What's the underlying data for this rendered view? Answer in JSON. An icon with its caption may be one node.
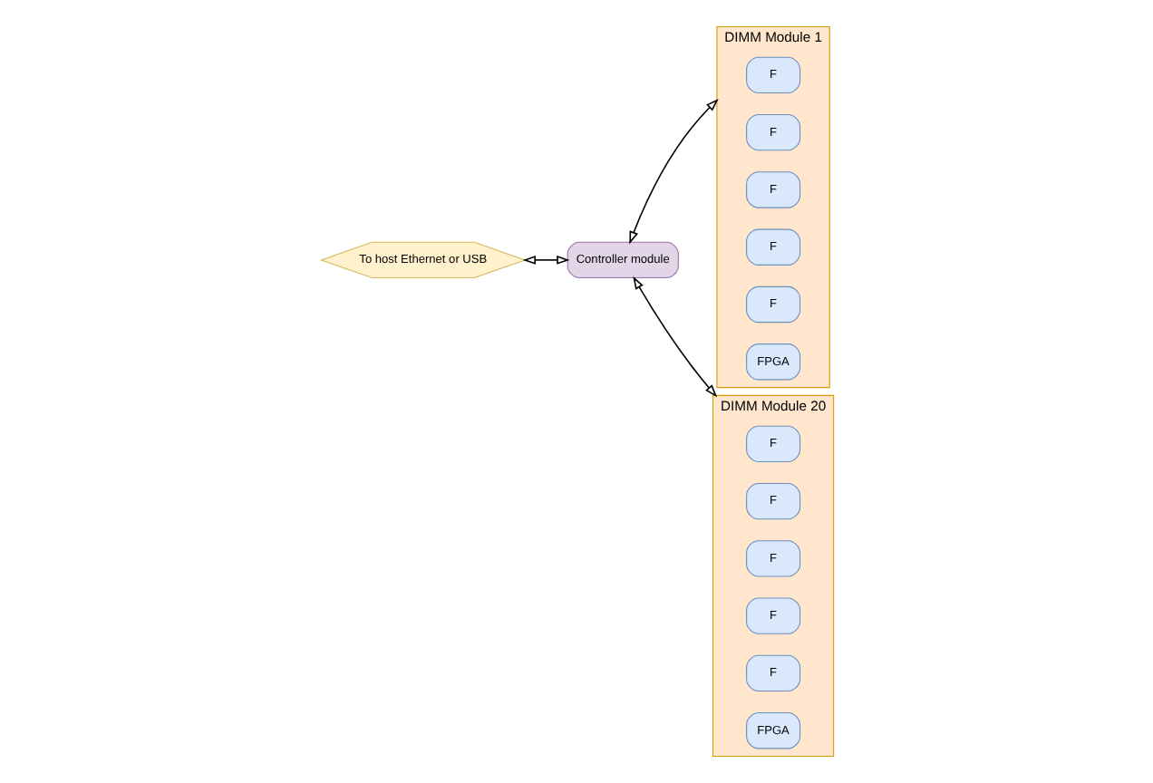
{
  "diagram": {
    "nodes": [
      {
        "text": [
          "DIMM Module 1"
        ]
      },
      {
        "text": [
          "F"
        ],
        "in": 0
      },
      {
        "text": [
          "F"
        ],
        "in": 0
      },
      {
        "text": [
          "F"
        ],
        "in": 0
      },
      {
        "text": [
          "F"
        ],
        "in": 0
      },
      {
        "text": [
          "F"
        ],
        "in": 0
      },
      {
        "text": [
          "FPGA"
        ],
        "in": 0
      },
      {
        "text": [
          "To host Ethernet or USB"
        ]
      },
      {
        "text": [
          "Controller module"
        ]
      },
      {
        "text": [
          "DIMM Module 20"
        ]
      },
      {
        "text": [
          "F"
        ],
        "in": 9
      },
      {
        "text": [
          "F"
        ],
        "in": 9
      },
      {
        "text": [
          "F"
        ],
        "in": 9
      },
      {
        "text": [
          "F"
        ],
        "in": 9
      },
      {
        "text": [
          "F"
        ],
        "in": 9
      },
      {
        "text": [
          "FPGA"
        ],
        "in": 9
      }
    ],
    "edges": [
      {
        "from": 7,
        "to": 8,
        "arrow": "both"
      },
      {
        "from": 8,
        "to": 0,
        "arrow": "both"
      },
      {
        "from": 8,
        "to": 9,
        "arrow": "both"
      }
    ]
  }
}
